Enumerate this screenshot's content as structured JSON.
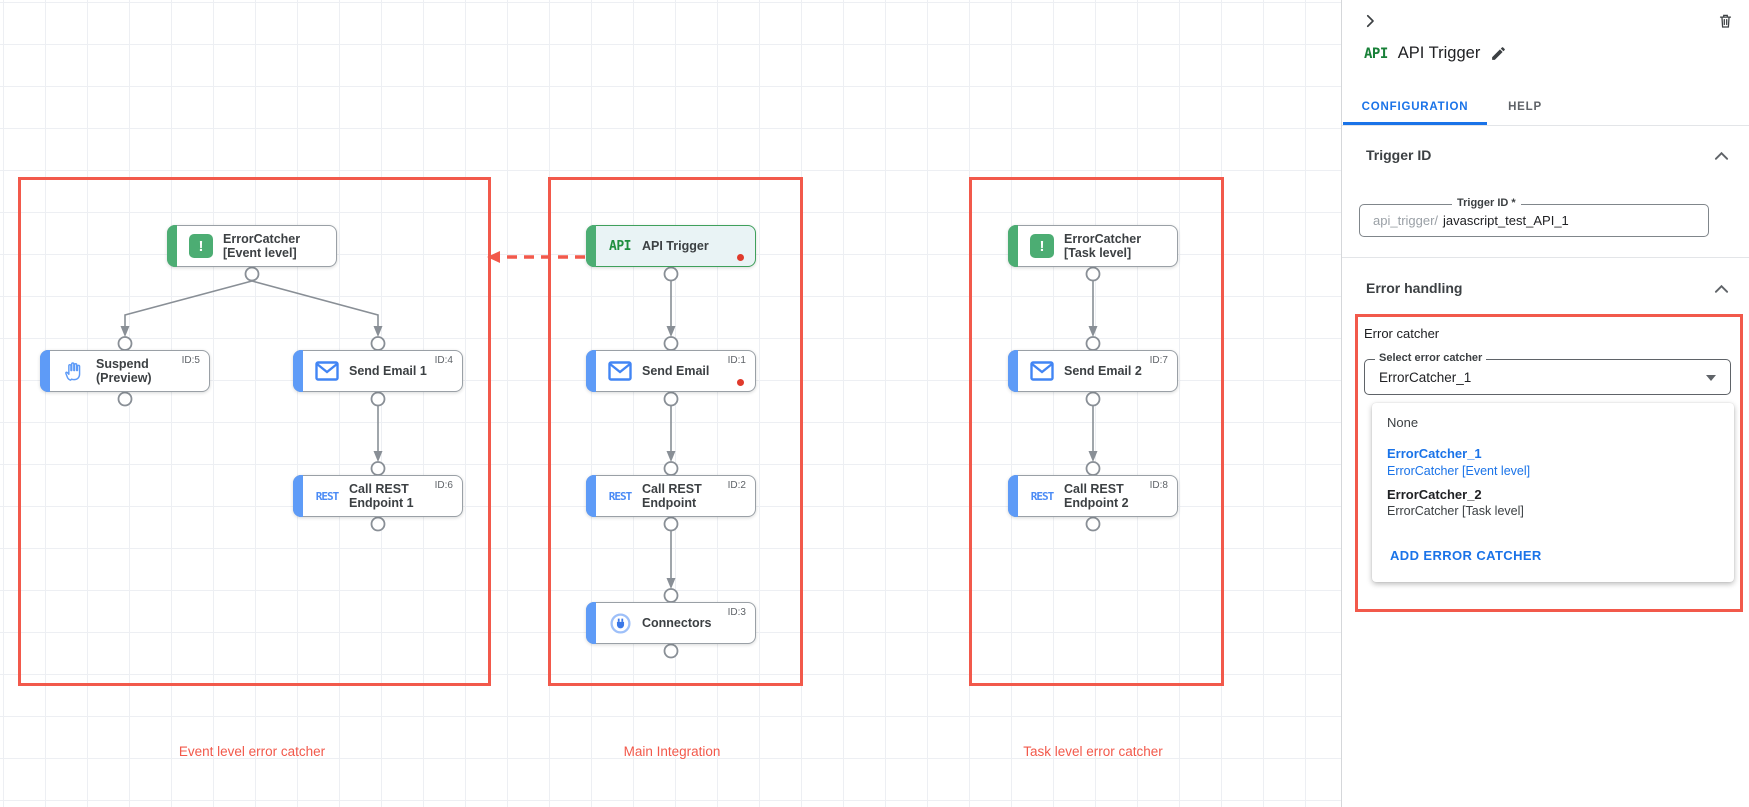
{
  "colors": {
    "annotation_red": "#f2594b",
    "node_green": "#4cad73",
    "node_blue": "#5e9bf7",
    "link_blue": "#1a73e8",
    "api_green": "#188038",
    "error_dot_red": "#e03a2c"
  },
  "canvas": {
    "icons": {
      "api_text": "API",
      "rest_text": "REST",
      "error_glyph": "!"
    },
    "groups": [
      {
        "label": "Event level error catcher"
      },
      {
        "label": "Main Integration"
      },
      {
        "label": "Task level error catcher"
      }
    ],
    "nodes": [
      {
        "label": "ErrorCatcher",
        "label2": "[Event level]"
      },
      {
        "label": "Suspend",
        "label2": "(Preview)",
        "id": "ID:5"
      },
      {
        "label": "Send Email 1",
        "id": "ID:4"
      },
      {
        "label": "Call REST",
        "label2": "Endpoint 1",
        "id": "ID:6"
      },
      {
        "label": "API Trigger"
      },
      {
        "label": "Send Email",
        "id": "ID:1"
      },
      {
        "label": "Call REST",
        "label2": "Endpoint",
        "id": "ID:2"
      },
      {
        "label": "Connectors",
        "id": "ID:3"
      },
      {
        "label": "ErrorCatcher",
        "label2": "[Task level]"
      },
      {
        "label": "Send Email 2",
        "id": "ID:7"
      },
      {
        "label": "Call REST",
        "label2": "Endpoint 2",
        "id": "ID:8"
      }
    ]
  },
  "panel": {
    "logo_text": "API",
    "title": "API Trigger",
    "tabs": [
      {
        "label": "CONFIGURATION"
      },
      {
        "label": "HELP"
      }
    ],
    "trigger_id": {
      "heading": "Trigger ID",
      "field_label": "Trigger ID *",
      "field_prefix": "api_trigger/",
      "field_value": "javascript_test_API_1"
    },
    "error_handling": {
      "heading": "Error handling",
      "group_label": "Error catcher",
      "select_label": "Select error catcher",
      "select_value": "ErrorCatcher_1",
      "dropdown": {
        "none_label": "None",
        "options": [
          {
            "name": "ErrorCatcher_1",
            "desc": "ErrorCatcher [Event level]"
          },
          {
            "name": "ErrorCatcher_2",
            "desc": "ErrorCatcher [Task level]"
          }
        ],
        "add_button": "ADD ERROR CATCHER"
      }
    }
  }
}
